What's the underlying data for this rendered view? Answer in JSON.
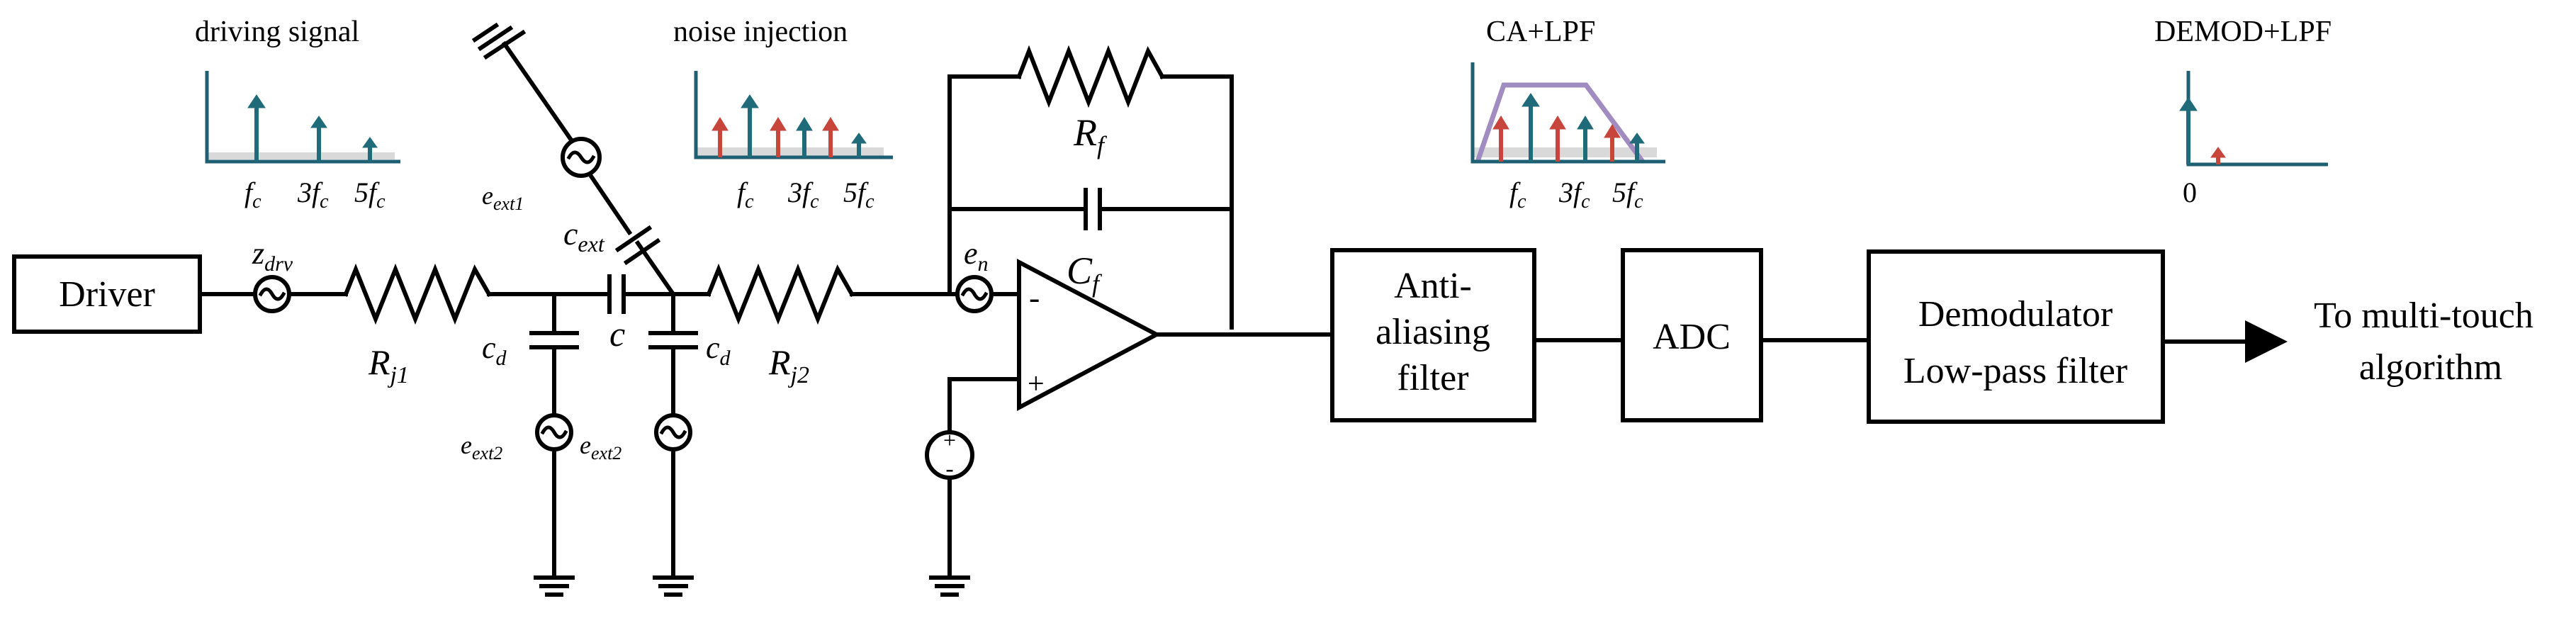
{
  "blocks": {
    "driver": "Driver",
    "aaf_line1": "Anti-",
    "aaf_line2": "aliasing",
    "aaf_line3": "filter",
    "adc": "ADC",
    "demod_line1": "Demodulator",
    "demod_line2": "Low-pass filter",
    "output_line1": "To multi-touch",
    "output_line2": "algorithm"
  },
  "insets": {
    "driving": {
      "title": "driving signal",
      "t1": "f",
      "t1s": "c",
      "t2": "3f",
      "t2s": "c",
      "t3": "5f",
      "t3s": "c"
    },
    "noise": {
      "title": "noise injection",
      "t1": "f",
      "t1s": "c",
      "t2": "3f",
      "t2s": "c",
      "t3": "5f",
      "t3s": "c"
    },
    "calpf": {
      "title": "CA+LPF",
      "t1": "f",
      "t1s": "c",
      "t2": "3f",
      "t2s": "c",
      "t3": "5f",
      "t3s": "c"
    },
    "demod": {
      "title": "DEMOD+LPF",
      "zero": "0"
    }
  },
  "components": {
    "zdrv": {
      "main": "z",
      "sub": "drv"
    },
    "rj1": {
      "main": "R",
      "sub": "j1"
    },
    "rj2": {
      "main": "R",
      "sub": "j2"
    },
    "cd1": {
      "main": "c",
      "sub": "d"
    },
    "cd2": {
      "main": "c",
      "sub": "d"
    },
    "c": {
      "main": "c"
    },
    "cext": {
      "main": "c",
      "sub": "ext"
    },
    "eext1": {
      "main": "e",
      "sub": "ext1"
    },
    "eext2a": {
      "main": "e",
      "sub": "ext2"
    },
    "eext2b": {
      "main": "e",
      "sub": "ext2"
    },
    "en": {
      "main": "e",
      "sub": "n"
    },
    "rf": {
      "main": "R",
      "sub": "f"
    },
    "cf": {
      "main": "C",
      "sub": "f"
    },
    "opamp_minus": "-",
    "opamp_plus": "+",
    "vsrc_plus": "+",
    "vsrc_minus": "-"
  },
  "colors": {
    "teal": "#1f6b7a",
    "red": "#c8453c",
    "lpf": "#a08cc0",
    "band": "#d9d9d9"
  }
}
